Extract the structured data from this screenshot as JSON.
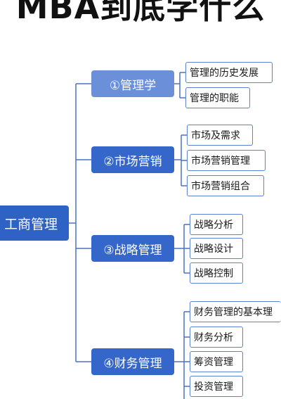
{
  "title": "MBA到底学什么",
  "root": "工商管理",
  "branches": [
    {
      "label": "①管理学",
      "children": [
        "管理的历史发展",
        "管理的职能"
      ]
    },
    {
      "label": "②市场营销",
      "children": [
        "市场及需求",
        "市场营销管理",
        "市场营销组合"
      ]
    },
    {
      "label": "③战略管理",
      "children": [
        "战略分析",
        "战略设计",
        "战略控制"
      ]
    },
    {
      "label": "④财务管理",
      "children": [
        "财务管理的基本理",
        "财务分析",
        "筹资管理",
        "投资管理"
      ]
    }
  ],
  "colors": {
    "root": "#2f62c5",
    "branch": "#3566c9",
    "branch_highlight": "#6b8fd8",
    "leaf_border": "#5a82d0",
    "line": "#4a72c6"
  }
}
